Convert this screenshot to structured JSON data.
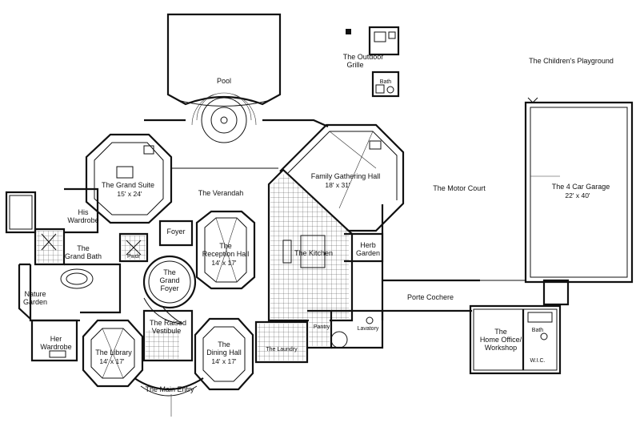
{
  "rooms": {
    "pool": "Pool",
    "outdoor_grille_1": "The Outdoor",
    "outdoor_grille_2": "Grille",
    "grille_bath": "Bath",
    "childrens_playground": "The Children's Playground",
    "grand_suite": "The Grand Suite",
    "grand_suite_dim": "15' x 24'",
    "verandah": "The Verandah",
    "family_hall": "Family Gathering Hall",
    "family_hall_dim": "18' x 31'",
    "motor_court": "The Motor Court",
    "garage": "The 4 Car Garage",
    "garage_dim": "22' x 40'",
    "his_wardrobe_1": "His",
    "his_wardrobe_2": "Wardrobe",
    "foyer": "Foyer",
    "grand_bath_1": "The",
    "grand_bath_2": "Grand Bath",
    "pwdr": "Pwdr",
    "reception_1": "The",
    "reception_2": "Reception Hall",
    "reception_dim": "14' x 17'",
    "kitchen": "The Kitchen",
    "herb_1": "Herb",
    "herb_2": "Garden",
    "grand_foyer_1": "The",
    "grand_foyer_2": "Grand",
    "grand_foyer_3": "Foyer",
    "nature_1": "Nature",
    "nature_2": "Garden",
    "porte_cochere": "Porte Cochere",
    "her_wardrobe_1": "Her",
    "her_wardrobe_2": "Wardrobe",
    "raised_1": "The Raised",
    "raised_2": "Vestibule",
    "library": "The Library",
    "library_dim": "14' x 17'",
    "dining_1": "The",
    "dining_2": "Dining Hall",
    "dining_dim": "14' x 17'",
    "laundry": "The Laundry",
    "pantry": "Pantry",
    "lavatory": "Lavatory",
    "office_1": "The",
    "office_2": "Home Office/",
    "office_3": "Workshop",
    "office_bath": "Bath",
    "wic": "W.I.C.",
    "main_entry": "The Main Entry"
  }
}
